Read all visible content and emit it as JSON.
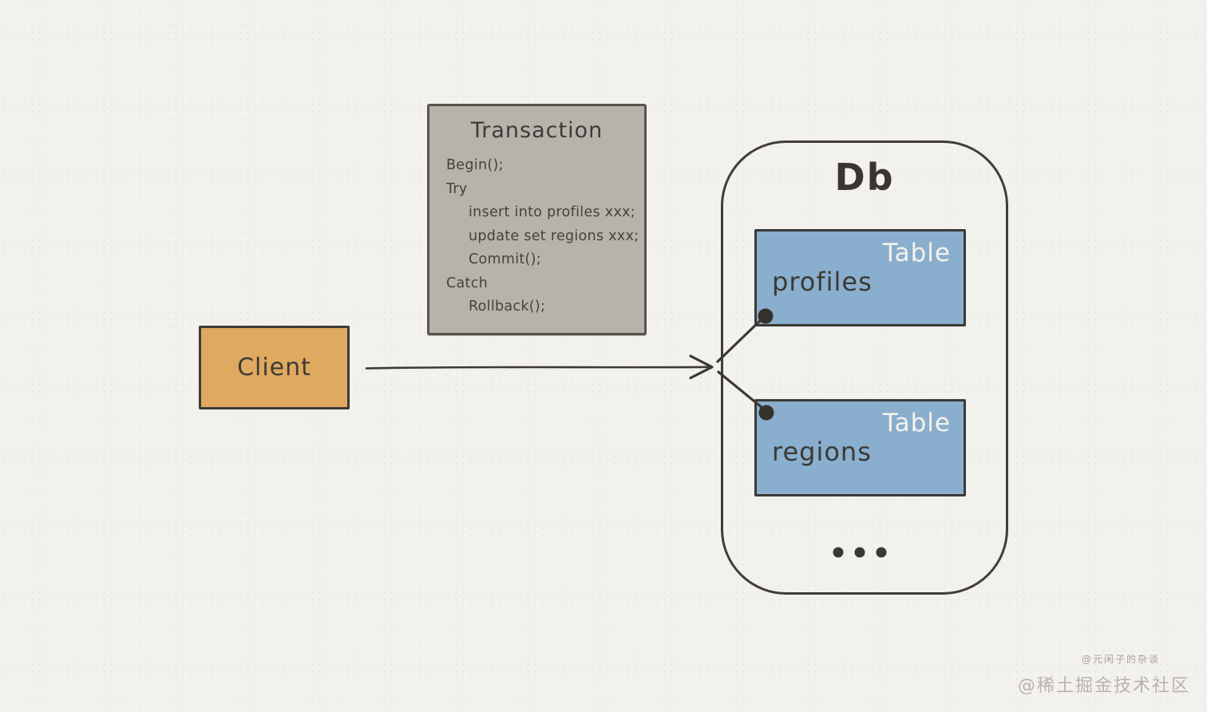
{
  "transaction_box": {
    "title": "Transaction",
    "lines": [
      {
        "text": "Begin();",
        "indent": false
      },
      {
        "text": "Try",
        "indent": false
      },
      {
        "text": "insert into profiles xxx;",
        "indent": true
      },
      {
        "text": "update set regions xxx;",
        "indent": true
      },
      {
        "text": "Commit();",
        "indent": true
      },
      {
        "text": "Catch",
        "indent": false
      },
      {
        "text": "Rollback();",
        "indent": true
      }
    ]
  },
  "client_box": {
    "label": "Client"
  },
  "db": {
    "title": "Db",
    "tables": [
      {
        "badge": "Table",
        "name": "profiles"
      },
      {
        "badge": "Table",
        "name": "regions"
      }
    ]
  },
  "icons": {
    "arrow": "client-to-db-arrow",
    "connector_dots": "connection-endpoint-dot",
    "ellipsis": "more-tables-ellipsis"
  },
  "colors": {
    "background": "#f2f1ed",
    "transaction_bg": "#b8b2ac",
    "transaction_border": "#58544d",
    "client_bg": "#e0a960",
    "table_bg": "#8aaecd",
    "ink": "#3c3934",
    "table_badge_text": "#f3f2ec",
    "watermark_small": "#a9a198",
    "watermark_large": "#b9b3ac"
  },
  "watermarks": {
    "small": "@元闲子的杂谈",
    "large": "@稀土掘金技术社区"
  }
}
